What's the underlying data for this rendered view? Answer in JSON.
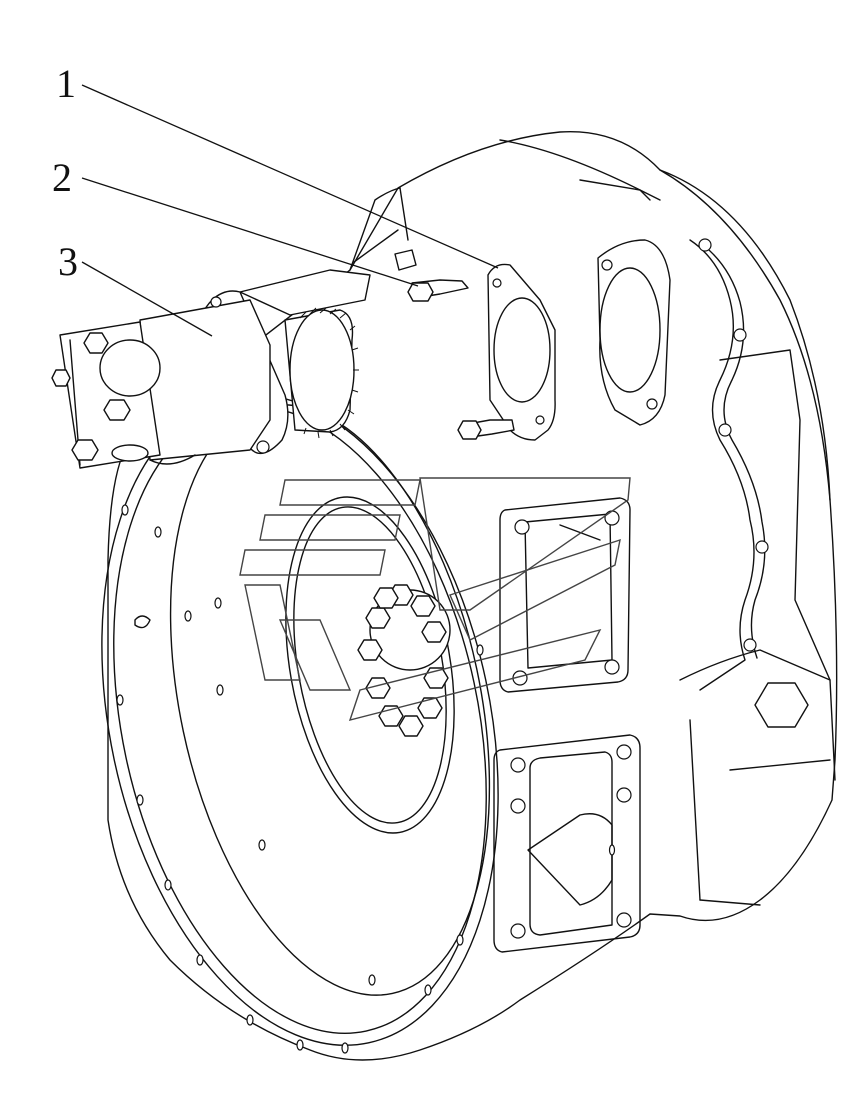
{
  "callouts": [
    {
      "id": "1",
      "label": "1"
    },
    {
      "id": "2",
      "label": "2"
    },
    {
      "id": "3",
      "label": "3"
    }
  ],
  "colors": {
    "line": "#111111",
    "background": "#ffffff"
  }
}
